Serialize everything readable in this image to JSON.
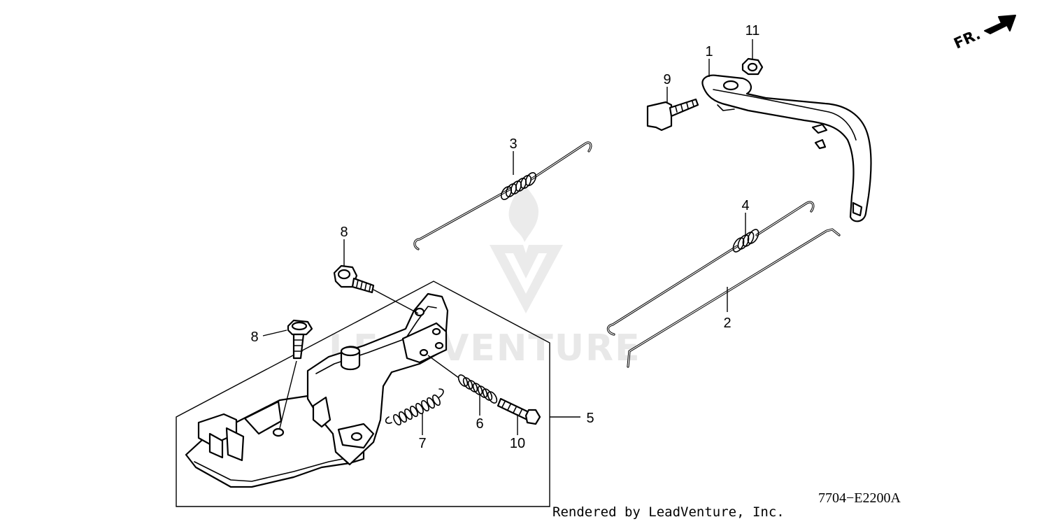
{
  "callouts": {
    "c1": "1",
    "c2": "2",
    "c3": "3",
    "c4": "4",
    "c5": "5",
    "c6": "6",
    "c7": "7",
    "c8a": "8",
    "c8b": "8",
    "c9": "9",
    "c10": "10",
    "c11": "11"
  },
  "direction": "FR.",
  "diagram_code": "7704−E2200A",
  "render_credit": "Rendered by LeadVenture, Inc.",
  "watermark": "LEADVENTURE",
  "icons": {
    "direction_arrow": "front-arrow-icon",
    "watermark_logo": "leadventure-logo-icon"
  }
}
